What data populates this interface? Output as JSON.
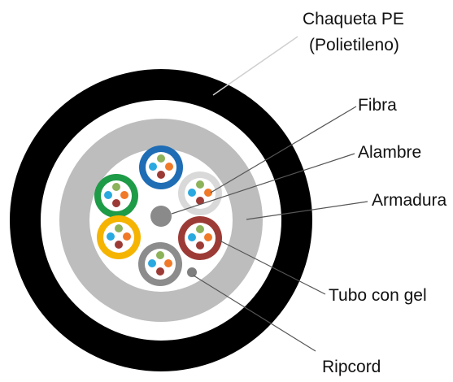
{
  "labels": {
    "jacket_line1": "Chaqueta PE",
    "jacket_line2": "(Polietileno)",
    "fiber": "Fibra",
    "wire": "Alambre",
    "armor": "Armadura",
    "gel_tube": "Tubo con gel",
    "ripcord": "Ripcord"
  },
  "colors": {
    "jacket": "#000000",
    "inner_jacket": "#ffffff",
    "armor": "#bdbdbd",
    "core": "#ffffff",
    "wire": "#8a8a8a",
    "ripcord": "#7f7f7f",
    "tube_blue": "#1f6db5",
    "tube_green": "#1e9b47",
    "tube_light_gray": "#d9d9d9",
    "tube_yellow": "#f5b400",
    "tube_gray": "#8c8c8c",
    "tube_red": "#9c3b36",
    "fiber_blue": "#2aa9e0",
    "fiber_orange": "#f07a28",
    "fiber_green": "#8cb25a",
    "fiber_brown": "#9c3b36"
  },
  "tubes": [
    {
      "name": "tube-blue",
      "color_key": "tube_blue"
    },
    {
      "name": "tube-green",
      "color_key": "tube_green"
    },
    {
      "name": "tube-light-gray",
      "color_key": "tube_light_gray"
    },
    {
      "name": "tube-yellow",
      "color_key": "tube_yellow"
    },
    {
      "name": "tube-gray",
      "color_key": "tube_gray"
    },
    {
      "name": "tube-red",
      "color_key": "tube_red"
    }
  ]
}
